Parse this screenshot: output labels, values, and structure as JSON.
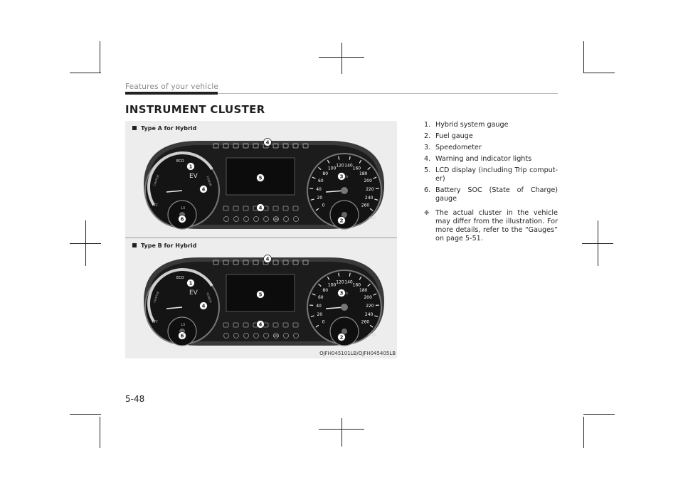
{
  "header": {
    "section": "Features of your vehicle"
  },
  "title": "INSTRUMENT CLUSTER",
  "figure": {
    "caption_a": "Type A for Hybrid",
    "caption_b": "Type B for Hybrid",
    "code": "OJFH045101LB/OJFH045405LB",
    "gauge_labels": {
      "eco": "ECO",
      "ev": "EV",
      "charge": "CHARGE",
      "power": "POWER",
      "off": "OFF",
      "kmh": "km/h",
      "epb": "EPB",
      "afls": "AFLS",
      "half": "1/2"
    },
    "speed_ticks": [
      "0",
      "20",
      "40",
      "60",
      "80",
      "100",
      "120",
      "140",
      "160",
      "180",
      "200",
      "220",
      "240",
      "260"
    ],
    "callouts": [
      "1",
      "2",
      "3",
      "4",
      "5",
      "6"
    ]
  },
  "list": [
    {
      "num": "1.",
      "text": "Hybrid system gauge"
    },
    {
      "num": "2.",
      "text": "Fuel gauge"
    },
    {
      "num": "3.",
      "text": "Speedometer"
    },
    {
      "num": "4.",
      "text": "Warning and indicator lights"
    },
    {
      "num": "5.",
      "text": "LCD display (including Trip comput-er)"
    },
    {
      "num": "6.",
      "text": "Battery SOC (State of Charge) gauge"
    }
  ],
  "note": {
    "mark": "❈",
    "text": "The actual cluster in the vehicle may differ from the illustration. For more details, refer to the “Gauges” on page 5-51."
  },
  "page_number": "5-48"
}
